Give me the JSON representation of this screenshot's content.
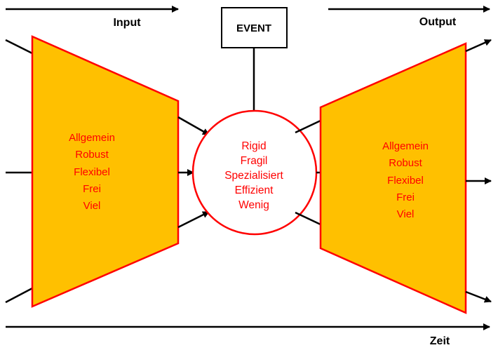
{
  "labels": {
    "input": "Input",
    "output": "Output",
    "event": "EVENT",
    "time": "Zeit"
  },
  "left_attributes": [
    "Allgemein",
    "Robust",
    "Flexibel",
    "Frei",
    "Viel"
  ],
  "center_attributes": [
    "Rigid",
    "Fragil",
    "Spezialisiert",
    "Effizient",
    "Wenig"
  ],
  "right_attributes": [
    "Allgemein",
    "Robust",
    "Flexibel",
    "Frei",
    "Viel"
  ],
  "colors": {
    "trapezoid_fill": "#ffc000",
    "outline": "#ff0000",
    "text_accent": "#ff0000",
    "arrow": "#000000",
    "background": "#ffffff"
  }
}
